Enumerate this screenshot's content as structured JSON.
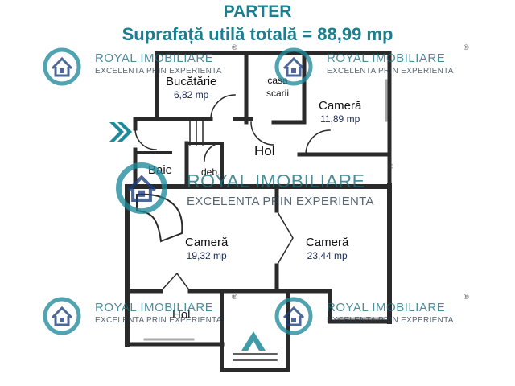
{
  "header": {
    "title": "PARTER",
    "subtitle": "Suprafață utilă totală = 88,99 mp"
  },
  "rooms": {
    "bucatarie": {
      "name": "Bucătărie",
      "area": "6,82 mp"
    },
    "casa_scarii": {
      "name": "casa scarii"
    },
    "camera_top_right": {
      "name": "Cameră",
      "area": "11,89 mp"
    },
    "hol": {
      "name": "Hol"
    },
    "baie": {
      "name": "Baie"
    },
    "debara": {
      "name": "deb."
    },
    "camera_left": {
      "name": "Cameră",
      "area": "19,32 mp"
    },
    "camera_right": {
      "name": "Cameră",
      "area": "23,44 mp"
    },
    "hol_bottom": {
      "name": "Hol"
    }
  },
  "watermark": {
    "brand_part1": "ROYAL",
    "brand_part2": "IMOBILIARE",
    "slogan": "EXCELENTA PRIN EXPERIENTA",
    "registered": "®",
    "colors": {
      "brand": "#1b6e7e",
      "slogan": "#2a3b4a",
      "logo_ring": "#1f8a9a",
      "logo_house": "#1a3d7c"
    }
  },
  "colors": {
    "title": "#1b7f8f",
    "walls": "#2a2a2a",
    "entrance_arrow": "#1f8a9a"
  }
}
